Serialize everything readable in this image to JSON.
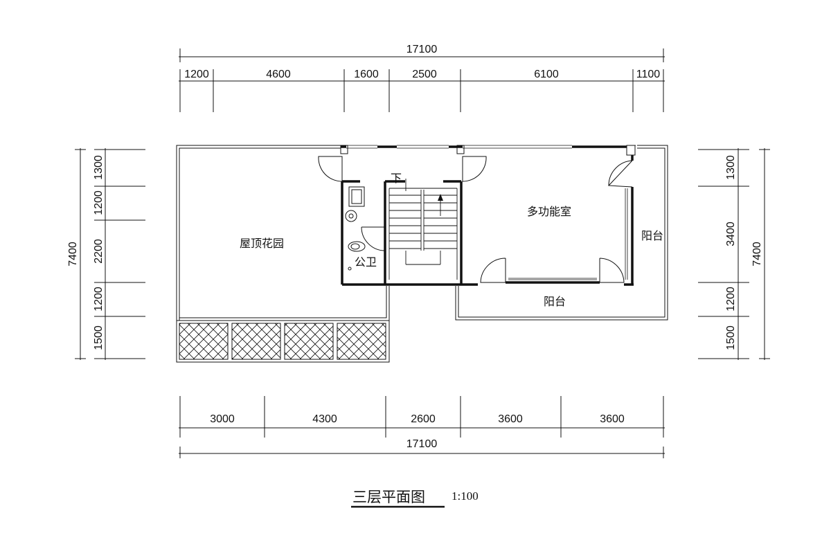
{
  "dimensions": {
    "top_total": "17100",
    "top_segments": [
      "1200",
      "4600",
      "1600",
      "2500",
      "6100",
      "1100"
    ],
    "bottom_segments": [
      "3000",
      "4300",
      "2600",
      "3600",
      "3600"
    ],
    "bottom_total": "17100",
    "left_total": "7400",
    "left_segments": [
      "1300",
      "1200",
      "2200",
      "1200",
      "1500"
    ],
    "right_total": "7400",
    "right_segments": [
      "1300",
      "3400",
      "1200",
      "1500"
    ]
  },
  "rooms": {
    "roof_garden": "屋顶花园",
    "multi_function": "多功能室",
    "public_toilet": "公卫",
    "balcony_right": "阳台",
    "balcony_bottom": "阳台",
    "stair_down": "下"
  },
  "drawing": {
    "title": "三层平面图",
    "scale": "1:100"
  }
}
